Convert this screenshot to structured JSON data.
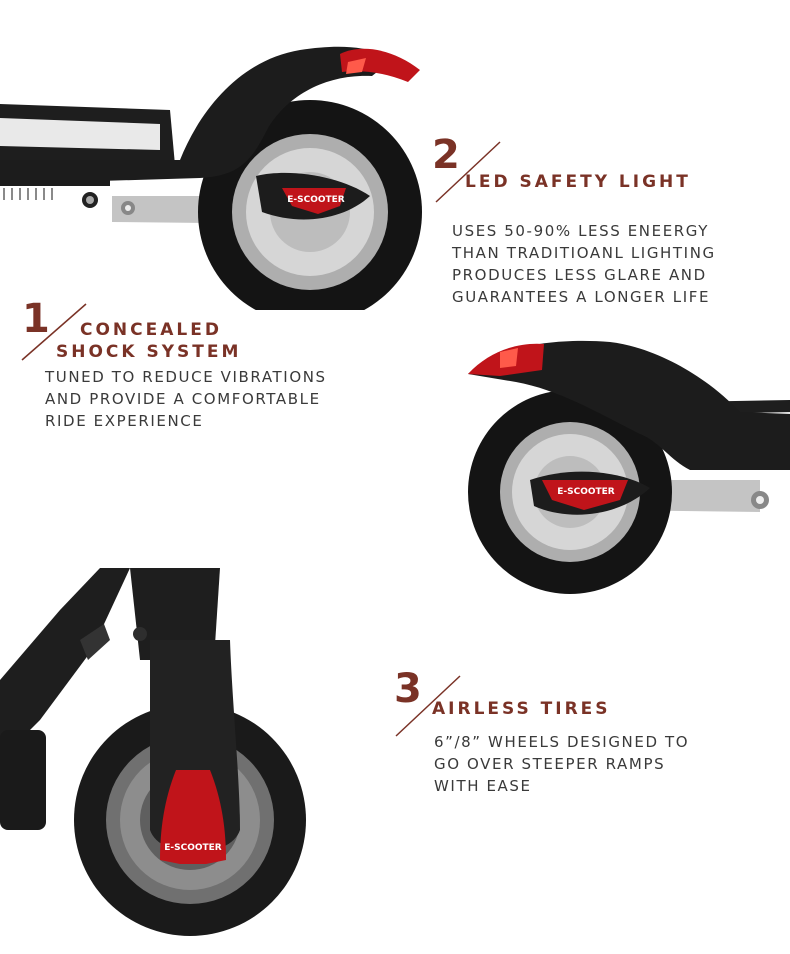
{
  "features": {
    "safety_light": {
      "number": "2",
      "title": "LED SAFETY LIGHT",
      "lines": [
        "USES 50-90% LESS ENEERGY",
        "THAN TRADITIOANL LIGHTING",
        "PRODUCES LESS GLARE AND",
        "GUARANTEES A LONGER LIFE"
      ]
    },
    "shock": {
      "number": "1",
      "title_line1": "CONCEALED",
      "title_line2": "SHOCK SYSTEM",
      "lines": [
        "TUNED TO REDUCE VIBRATIONS",
        "AND PROVIDE A COMFORTABLE",
        "RIDE EXPERIENCE"
      ]
    },
    "tires": {
      "number": "3",
      "title": "AIRLESS TIRES",
      "lines": [
        "6”/8” WHEELS DESIGNED TO",
        "GO OVER STEEPER RAMPS",
        "WITH EASE"
      ]
    }
  },
  "badges": {
    "rear_top": "E-SCOOTER",
    "rear_mid": "E-SCOOTER",
    "front": "E-SCOOTER"
  },
  "colors": {
    "accent": "#7a3226",
    "body": "#1c1c1c",
    "rim": "#b9b9b9",
    "light_red": "#c0141a",
    "text": "#3a3a3a"
  }
}
